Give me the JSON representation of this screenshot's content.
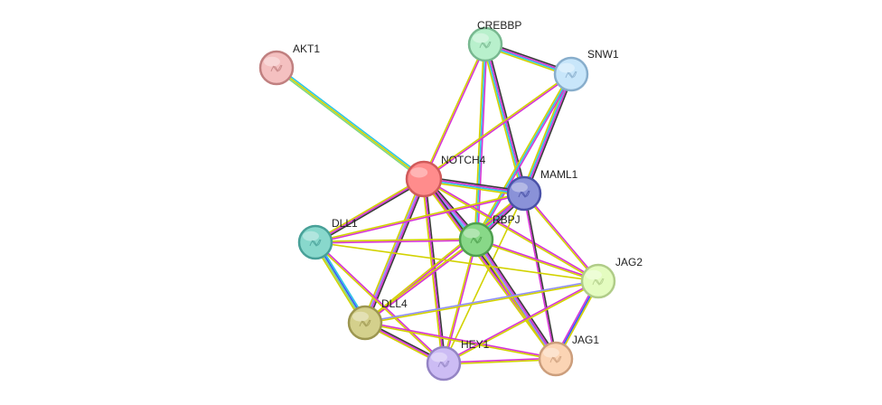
{
  "network": {
    "nodes": [
      {
        "id": "AKT1",
        "label": "AKT1",
        "color": "#f4c0c0",
        "ring": "#c08080"
      },
      {
        "id": "CREBBP",
        "label": "CREBBP",
        "color": "#b8f0cc",
        "ring": "#78b890"
      },
      {
        "id": "SNW1",
        "label": "SNW1",
        "color": "#c8e6fa",
        "ring": "#88aecc"
      },
      {
        "id": "NOTCH4",
        "label": "NOTCH4",
        "color": "#ff8c8c",
        "ring": "#d05a5a",
        "query": true
      },
      {
        "id": "MAML1",
        "label": "MAML1",
        "color": "#8a92d8",
        "ring": "#4a52a8"
      },
      {
        "id": "DLL1",
        "label": "DLL1",
        "color": "#88d8cc",
        "ring": "#48a098"
      },
      {
        "id": "RBPJ",
        "label": "RBPJ",
        "color": "#88d888",
        "ring": "#4ea04e"
      },
      {
        "id": "JAG2",
        "label": "JAG2",
        "color": "#e4fcc0",
        "ring": "#b0cc88"
      },
      {
        "id": "DLL4",
        "label": "DLL4",
        "color": "#d4d08c",
        "ring": "#9c9650"
      },
      {
        "id": "HEY1",
        "label": "HEY1",
        "color": "#ccbcf4",
        "ring": "#9484c4"
      },
      {
        "id": "JAG1",
        "label": "JAG1",
        "color": "#fbd4b4",
        "ring": "#cc9e7c"
      }
    ],
    "edges": [
      {
        "a": "AKT1",
        "b": "NOTCH4",
        "colors": [
          "#2ec4e6",
          "#d2d200",
          "#7fd67f"
        ]
      },
      {
        "a": "CREBBP",
        "b": "SNW1",
        "colors": [
          "#3a3a3a",
          "#d633d6",
          "#2ec4e6",
          "#d2d200"
        ]
      },
      {
        "a": "CREBBP",
        "b": "NOTCH4",
        "colors": [
          "#d633d6",
          "#d2d200"
        ]
      },
      {
        "a": "CREBBP",
        "b": "MAML1",
        "colors": [
          "#3a3a3a",
          "#d633d6",
          "#2ec4e6",
          "#d2d200"
        ]
      },
      {
        "a": "CREBBP",
        "b": "RBPJ",
        "colors": [
          "#d633d6",
          "#2ec4e6",
          "#d2d200"
        ]
      },
      {
        "a": "SNW1",
        "b": "NOTCH4",
        "colors": [
          "#d633d6",
          "#d2d200"
        ]
      },
      {
        "a": "SNW1",
        "b": "MAML1",
        "colors": [
          "#3a3a3a",
          "#d633d6",
          "#2ec4e6",
          "#d2d200"
        ]
      },
      {
        "a": "SNW1",
        "b": "RBPJ",
        "colors": [
          "#d633d6",
          "#2ec4e6",
          "#d2d200"
        ]
      },
      {
        "a": "NOTCH4",
        "b": "MAML1",
        "colors": [
          "#3a3a3a",
          "#d633d6",
          "#2ec4e6",
          "#d2d200"
        ]
      },
      {
        "a": "NOTCH4",
        "b": "RBPJ",
        "colors": [
          "#3a3a3a",
          "#d633d6",
          "#8f8fff",
          "#2ec4e6",
          "#d2d200"
        ]
      },
      {
        "a": "NOTCH4",
        "b": "DLL1",
        "colors": [
          "#3a3a3a",
          "#d633d6",
          "#d2d200"
        ]
      },
      {
        "a": "NOTCH4",
        "b": "DLL4",
        "colors": [
          "#3a3a3a",
          "#d633d6",
          "#8f8fff",
          "#d2d200"
        ]
      },
      {
        "a": "NOTCH4",
        "b": "HEY1",
        "colors": [
          "#3a3a3a",
          "#d633d6",
          "#d2d200"
        ]
      },
      {
        "a": "NOTCH4",
        "b": "JAG1",
        "colors": [
          "#3a3a3a",
          "#d633d6",
          "#d2d200"
        ]
      },
      {
        "a": "NOTCH4",
        "b": "JAG2",
        "colors": [
          "#d633d6",
          "#d2d200"
        ]
      },
      {
        "a": "MAML1",
        "b": "RBPJ",
        "colors": [
          "#3a3a3a",
          "#d633d6",
          "#2ec4e6",
          "#d2d200"
        ]
      },
      {
        "a": "MAML1",
        "b": "DLL1",
        "colors": [
          "#d633d6",
          "#d2d200"
        ]
      },
      {
        "a": "MAML1",
        "b": "JAG1",
        "colors": [
          "#3a3a3a",
          "#d633d6"
        ]
      },
      {
        "a": "MAML1",
        "b": "JAG2",
        "colors": [
          "#d633d6",
          "#d2d200"
        ]
      },
      {
        "a": "MAML1",
        "b": "HEY1",
        "colors": [
          "#d2d200"
        ]
      },
      {
        "a": "MAML1",
        "b": "DLL4",
        "colors": [
          "#d633d6",
          "#d2d200"
        ]
      },
      {
        "a": "RBPJ",
        "b": "DLL1",
        "colors": [
          "#d633d6",
          "#d2d200"
        ]
      },
      {
        "a": "RBPJ",
        "b": "DLL4",
        "colors": [
          "#d633d6",
          "#d2d200"
        ]
      },
      {
        "a": "RBPJ",
        "b": "HEY1",
        "colors": [
          "#d633d6",
          "#d2d200"
        ]
      },
      {
        "a": "RBPJ",
        "b": "JAG1",
        "colors": [
          "#3a3a3a",
          "#d633d6",
          "#8f8fff",
          "#d2d200"
        ]
      },
      {
        "a": "RBPJ",
        "b": "JAG2",
        "colors": [
          "#d633d6",
          "#d2d200"
        ]
      },
      {
        "a": "DLL1",
        "b": "DLL4",
        "colors": [
          "#2ec4e6",
          "#3355ff",
          "#7fd67f",
          "#d2d200"
        ]
      },
      {
        "a": "DLL1",
        "b": "HEY1",
        "colors": [
          "#d633d6",
          "#d2d200"
        ]
      },
      {
        "a": "DLL1",
        "b": "JAG2",
        "colors": [
          "#d2d200"
        ]
      },
      {
        "a": "DLL4",
        "b": "HEY1",
        "colors": [
          "#3a3a3a",
          "#d633d6",
          "#d2d200"
        ]
      },
      {
        "a": "DLL4",
        "b": "JAG1",
        "colors": [
          "#d633d6",
          "#d2d200"
        ]
      },
      {
        "a": "DLL4",
        "b": "JAG2",
        "colors": [
          "#8f8fff",
          "#d2d200"
        ]
      },
      {
        "a": "HEY1",
        "b": "JAG1",
        "colors": [
          "#d633d6",
          "#d2d200"
        ]
      },
      {
        "a": "HEY1",
        "b": "JAG2",
        "colors": [
          "#d633d6",
          "#d2d200"
        ]
      },
      {
        "a": "JAG1",
        "b": "JAG2",
        "colors": [
          "#d633d6",
          "#3355ff",
          "#d2d200"
        ]
      }
    ]
  }
}
